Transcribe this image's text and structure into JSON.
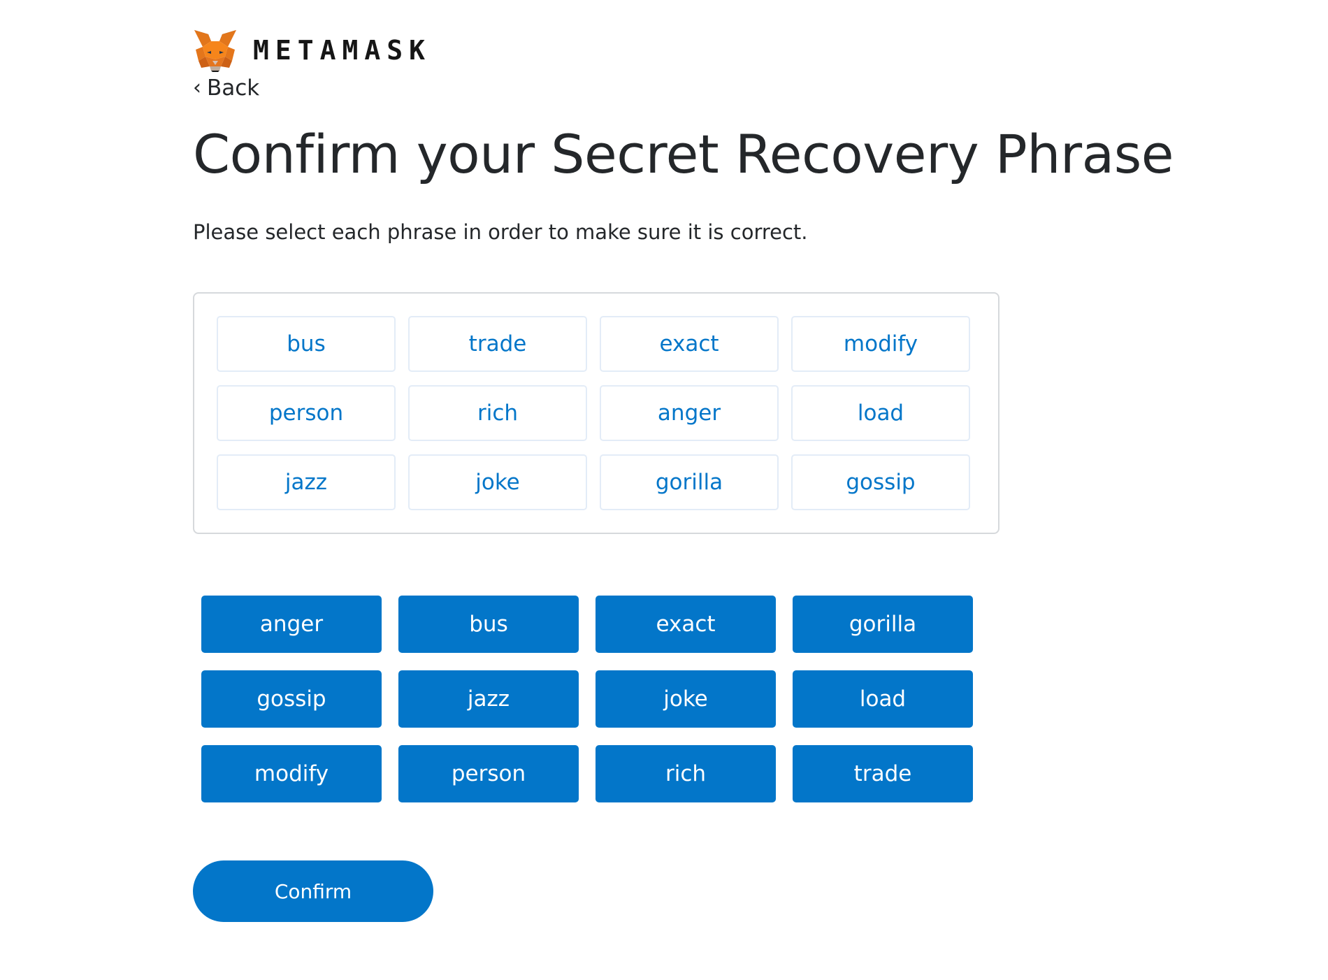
{
  "header": {
    "logo_icon": "metamask-fox-icon",
    "wordmark": "METAMASK"
  },
  "nav": {
    "back_chevron": "‹",
    "back_label": "Back"
  },
  "main": {
    "title": "Confirm your Secret Recovery Phrase",
    "instructions": "Please select each phrase in order to make sure it is correct.",
    "selected_words": [
      "bus",
      "trade",
      "exact",
      "modify",
      "person",
      "rich",
      "anger",
      "load",
      "jazz",
      "joke",
      "gorilla",
      "gossip"
    ],
    "word_bank": [
      "anger",
      "bus",
      "exact",
      "gorilla",
      "gossip",
      "jazz",
      "joke",
      "load",
      "modify",
      "person",
      "rich",
      "trade"
    ],
    "confirm_label": "Confirm"
  },
  "colors": {
    "accent": "#0376c9",
    "text": "#24272a",
    "box_border": "#d6d9dc",
    "word_border": "#e3ecf7"
  }
}
